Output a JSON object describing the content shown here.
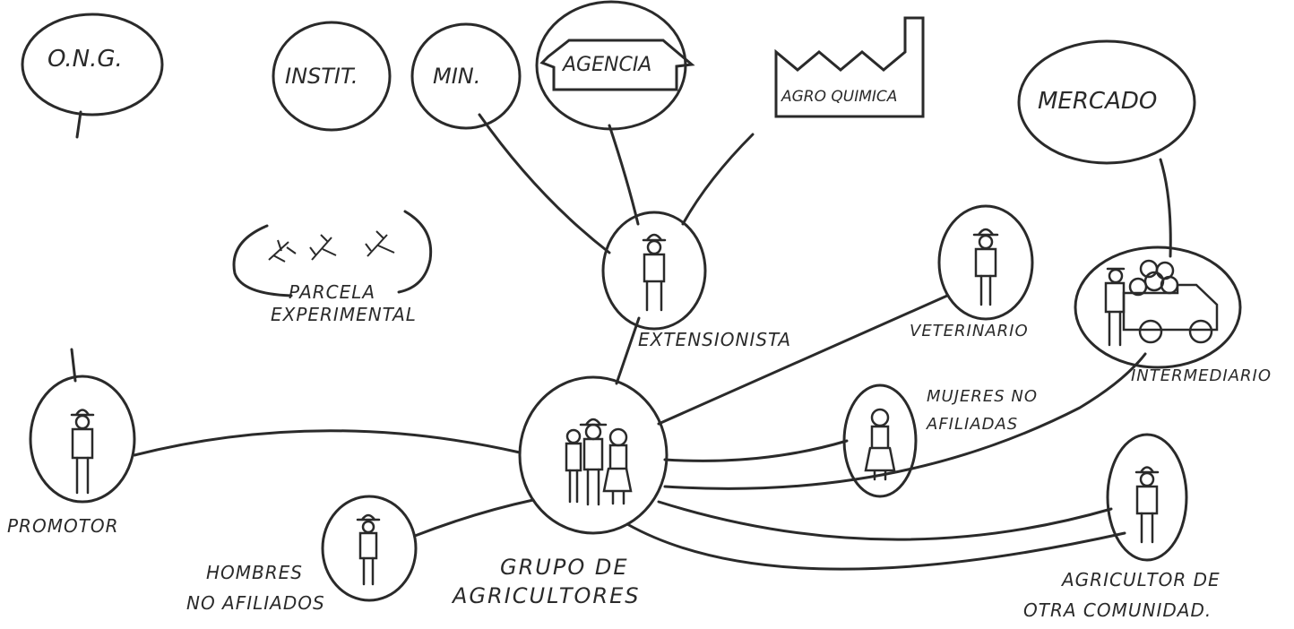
{
  "nodes": {
    "ong": "O.N.G.",
    "instit": "INSTIT.",
    "min": "MIN.",
    "agencia": "AGENCIA",
    "agroquimica": "AGRO QUIMICA",
    "mercado": "MERCADO"
  },
  "labels": {
    "parcela_1": "PARCELA",
    "parcela_2": "EXPERIMENTAL",
    "extensionista": "EXTENSIONISTA",
    "veterinario": "VETERINARIO",
    "intermediario": "INTERMEDIARIO",
    "mujeres_1": "MUJERES NO",
    "mujeres_2": "AFILIADAS",
    "promotor": "PROMOTOR",
    "hombres_1": "HOMBRES",
    "hombres_2": "NO AFILIADOS",
    "grupo_1": "GRUPO DE",
    "grupo_2": "AGRICULTORES",
    "agricultor_1": "AGRICULTOR DE",
    "agricultor_2": "OTRA COMUNIDAD."
  }
}
